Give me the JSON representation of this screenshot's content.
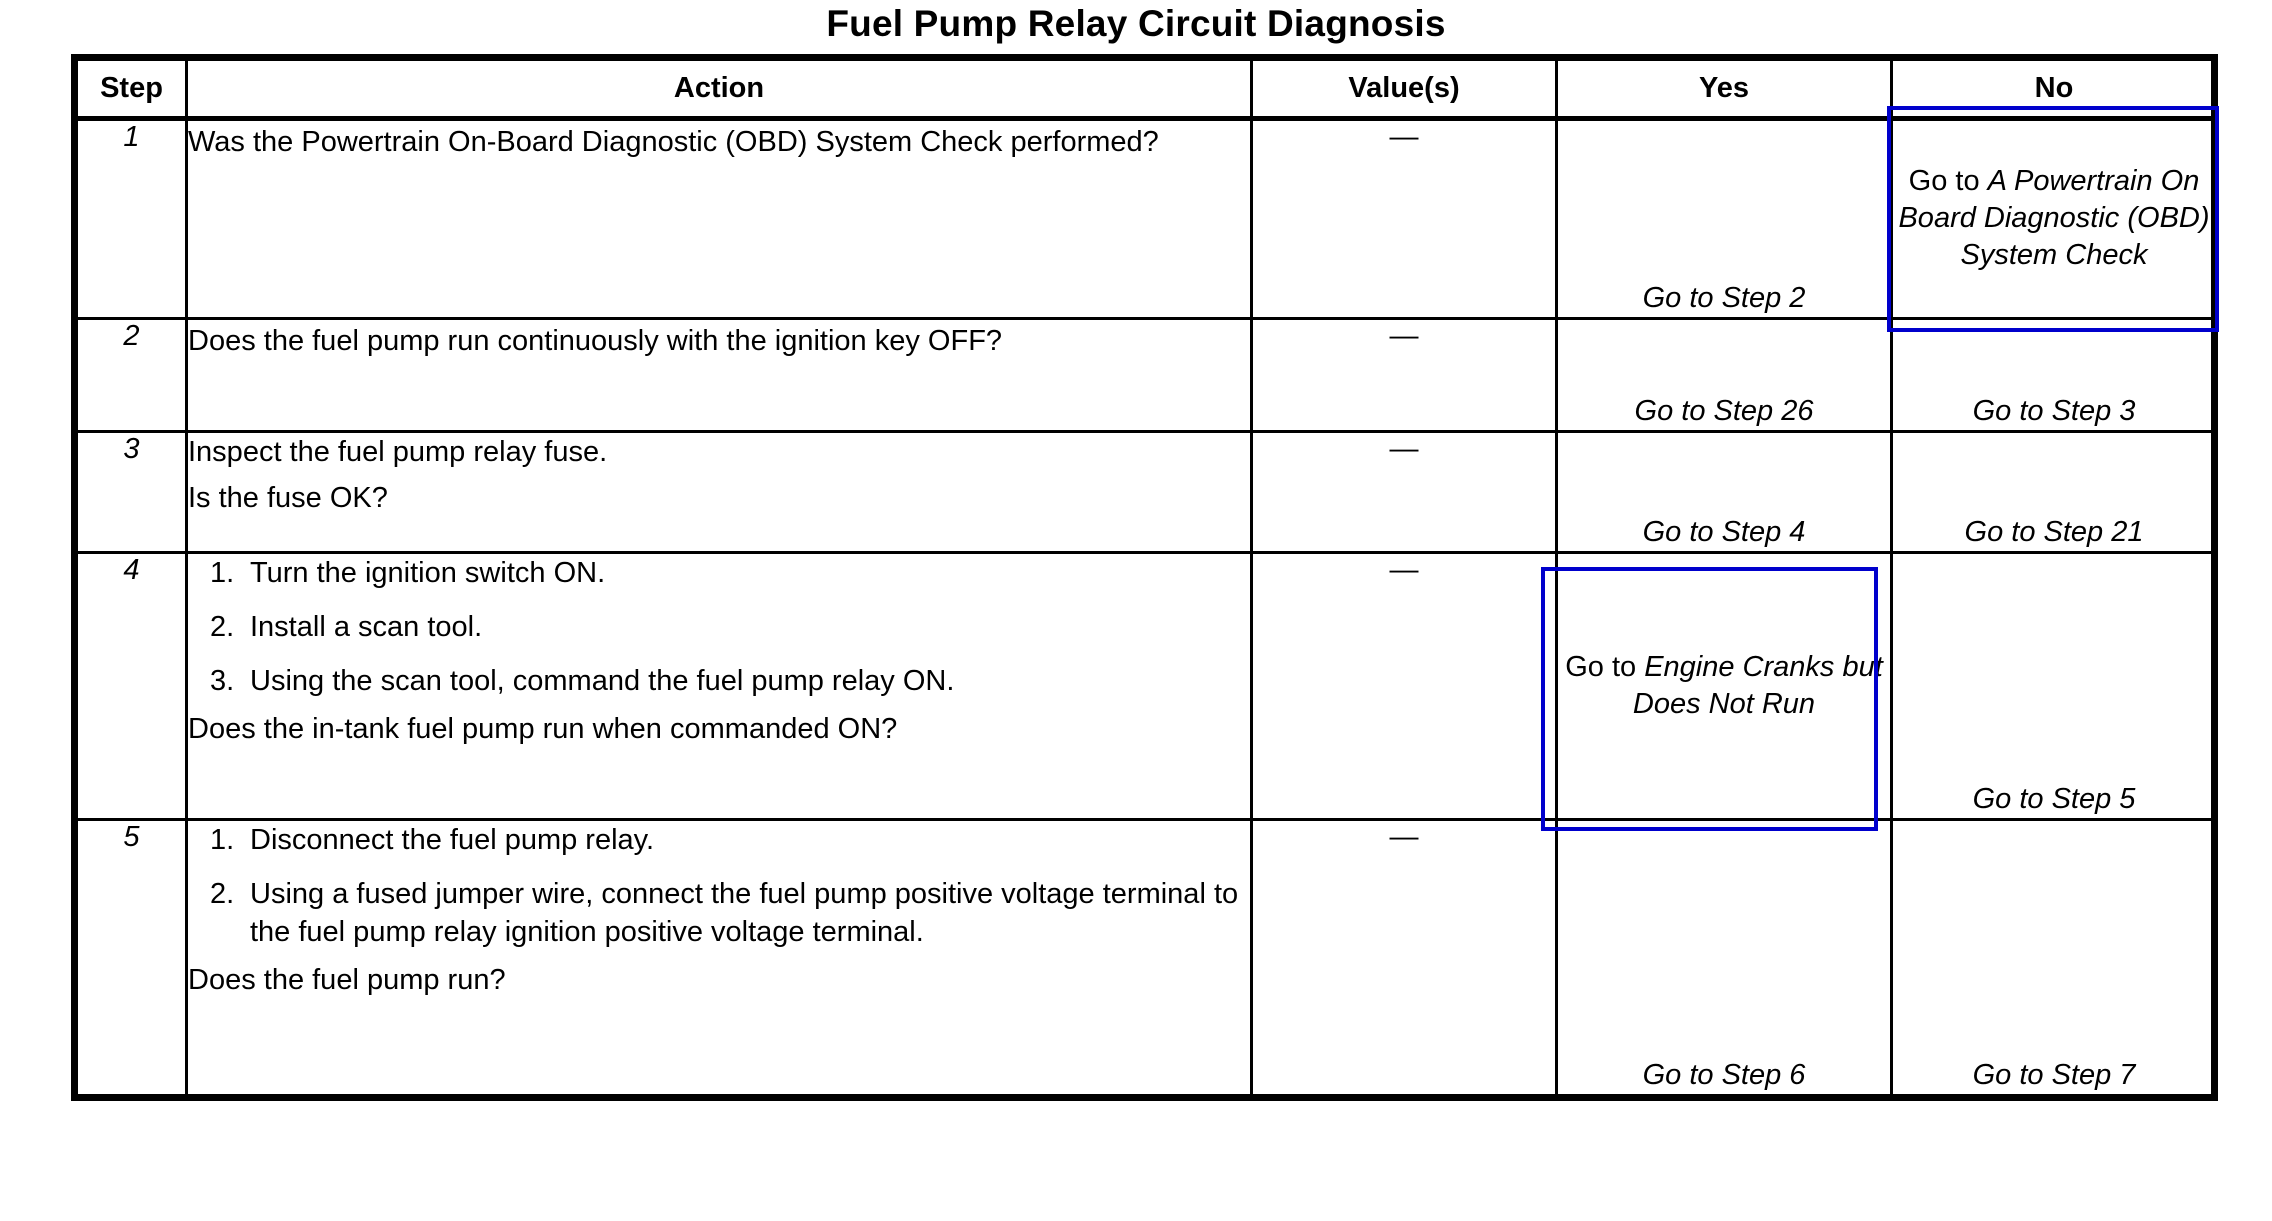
{
  "document": {
    "title": "Fuel Pump Relay Circuit Diagnosis"
  },
  "table": {
    "columns": [
      {
        "key": "step",
        "label": "Step"
      },
      {
        "key": "action",
        "label": "Action"
      },
      {
        "key": "value",
        "label": "Value(s)"
      },
      {
        "key": "yes",
        "label": "Yes"
      },
      {
        "key": "no",
        "label": "No"
      }
    ],
    "rows": [
      {
        "step": "1",
        "action_text": "Was the Powertrain On-Board Diagnostic (OBD) System Check performed?",
        "value": "—",
        "yes_prefix": "",
        "yes_text": "Go to Step 2",
        "no_prefix": "Go to ",
        "no_text": "A Powertrain On Board Diagnostic (OBD) System Check",
        "highlight": "no"
      },
      {
        "step": "2",
        "action_text": "Does the fuel pump run continuously with the ignition key OFF?",
        "value": "—",
        "yes_text": "Go to Step 26",
        "no_text": "Go to Step 3",
        "highlight": "none"
      },
      {
        "step": "3",
        "action_line_1": "Inspect the fuel pump relay fuse.",
        "action_line_2": "Is the fuse OK?",
        "value": "—",
        "yes_text": "Go to Step 4",
        "no_text": "Go to Step 21",
        "highlight": "none"
      },
      {
        "step": "4",
        "items": [
          {
            "num": "1.",
            "text": "Turn the ignition switch ON."
          },
          {
            "num": "2.",
            "text": "Install a scan tool."
          },
          {
            "num": "3.",
            "text": "Using the scan tool, command the fuel pump relay ON."
          }
        ],
        "question": "Does the in-tank fuel pump run when commanded ON?",
        "value": "—",
        "yes_prefix": "Go to ",
        "yes_text": "Engine Cranks but Does Not Run",
        "no_text": "Go to Step 5",
        "highlight": "yes"
      },
      {
        "step": "5",
        "items": [
          {
            "num": "1.",
            "text": "Disconnect the fuel pump relay."
          },
          {
            "num": "2.",
            "text": "Using a fused jumper wire, connect the fuel pump positive voltage terminal to the fuel pump relay ignition positive voltage terminal."
          }
        ],
        "question": "Does the fuel pump run?",
        "value": "—",
        "yes_text": "Go to Step 6",
        "no_text": "Go to Step 7",
        "highlight": "none"
      }
    ]
  },
  "style": {
    "highlight_color": "#0000cc",
    "border_color": "#000000",
    "background": "#ffffff"
  }
}
